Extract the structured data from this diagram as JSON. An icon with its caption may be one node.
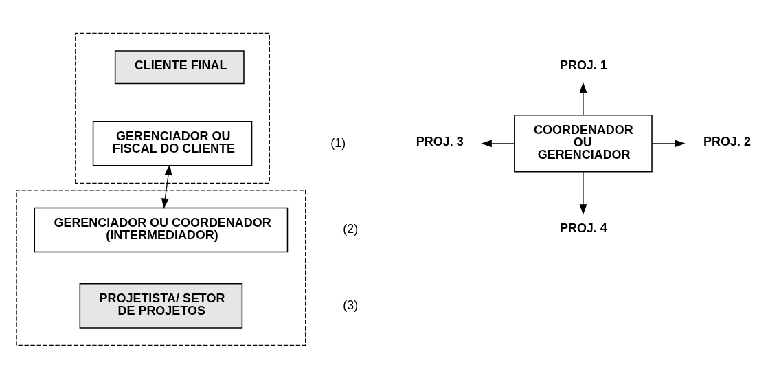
{
  "diagram": {
    "nodes": [
      {
        "text": [],
        "shape": "box"
      },
      {
        "text": [
          "CLIENTE FINAL"
        ],
        "in": 0
      },
      {
        "text": [
          "GERENCIADOR OU FISCAL DO CLIENTE"
        ],
        "in": 0
      },
      {
        "text": [],
        "shape": "box"
      },
      {
        "text": [
          "GERENCIADOR OU COORDENADOR (INTERMEDIADOR)"
        ],
        "in": 3
      },
      {
        "text": [
          "PROJETISTA/ SETOR DE PROJETOS"
        ],
        "in": 3
      },
      {
        "text": [
          "PROJ. 1"
        ]
      },
      {
        "text": [
          "PROJ. 3"
        ]
      },
      {
        "text": [
          "COORDENADOR OU GERENCIADOR"
        ]
      },
      {
        "text": [
          "PROJ. 2"
        ]
      },
      {
        "text": [
          "PROJ. 4"
        ]
      }
    ],
    "edges": [
      {
        "from": 2,
        "to": 4,
        "arrow": "both"
      },
      {
        "from": 8,
        "to": 6,
        "arrow": "to"
      },
      {
        "from": 8,
        "to": 9,
        "arrow": "to"
      },
      {
        "from": 8,
        "to": 7,
        "arrow": "to"
      },
      {
        "from": 8,
        "to": 10,
        "arrow": "to"
      }
    ],
    "labels": [
      "(1)",
      "(2)",
      "(3)"
    ]
  }
}
